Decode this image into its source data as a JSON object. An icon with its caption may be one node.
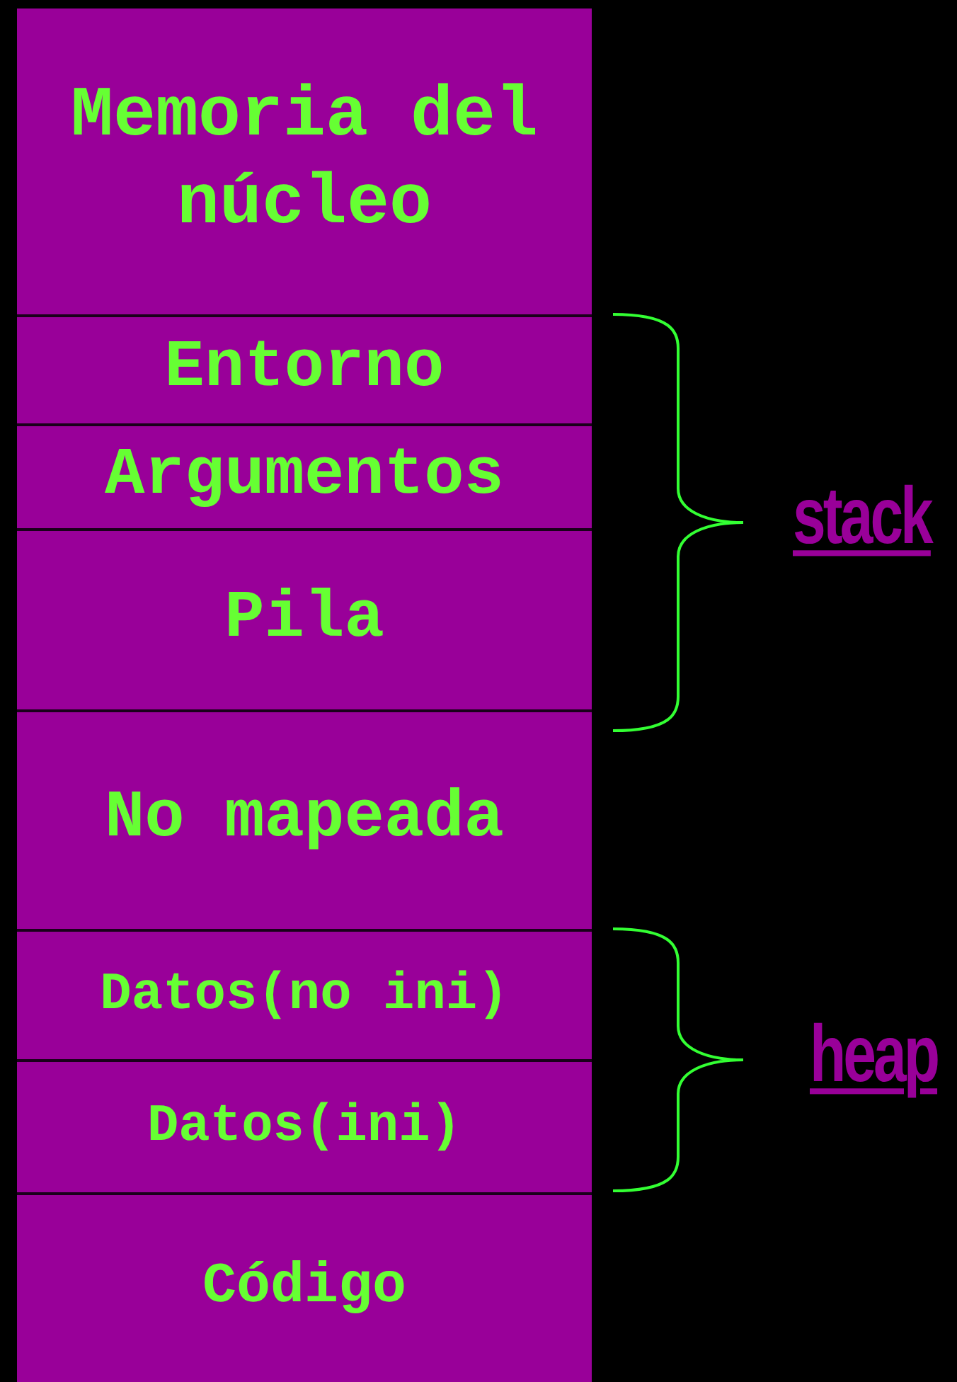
{
  "diagram": {
    "nodes": [
      {
        "text": [
          "Memoria del núcleo"
        ]
      },
      {
        "text": [
          "Entorno"
        ]
      },
      {
        "text": [
          "Argumentos"
        ]
      },
      {
        "text": [
          "Pila"
        ]
      },
      {
        "text": [
          "No mapeada"
        ]
      },
      {
        "text": [
          "Datos(no ini)"
        ]
      },
      {
        "text": [
          "Datos(ini)"
        ]
      },
      {
        "text": [
          "Código"
        ]
      }
    ],
    "labels": [
      "stack",
      "heap"
    ]
  }
}
